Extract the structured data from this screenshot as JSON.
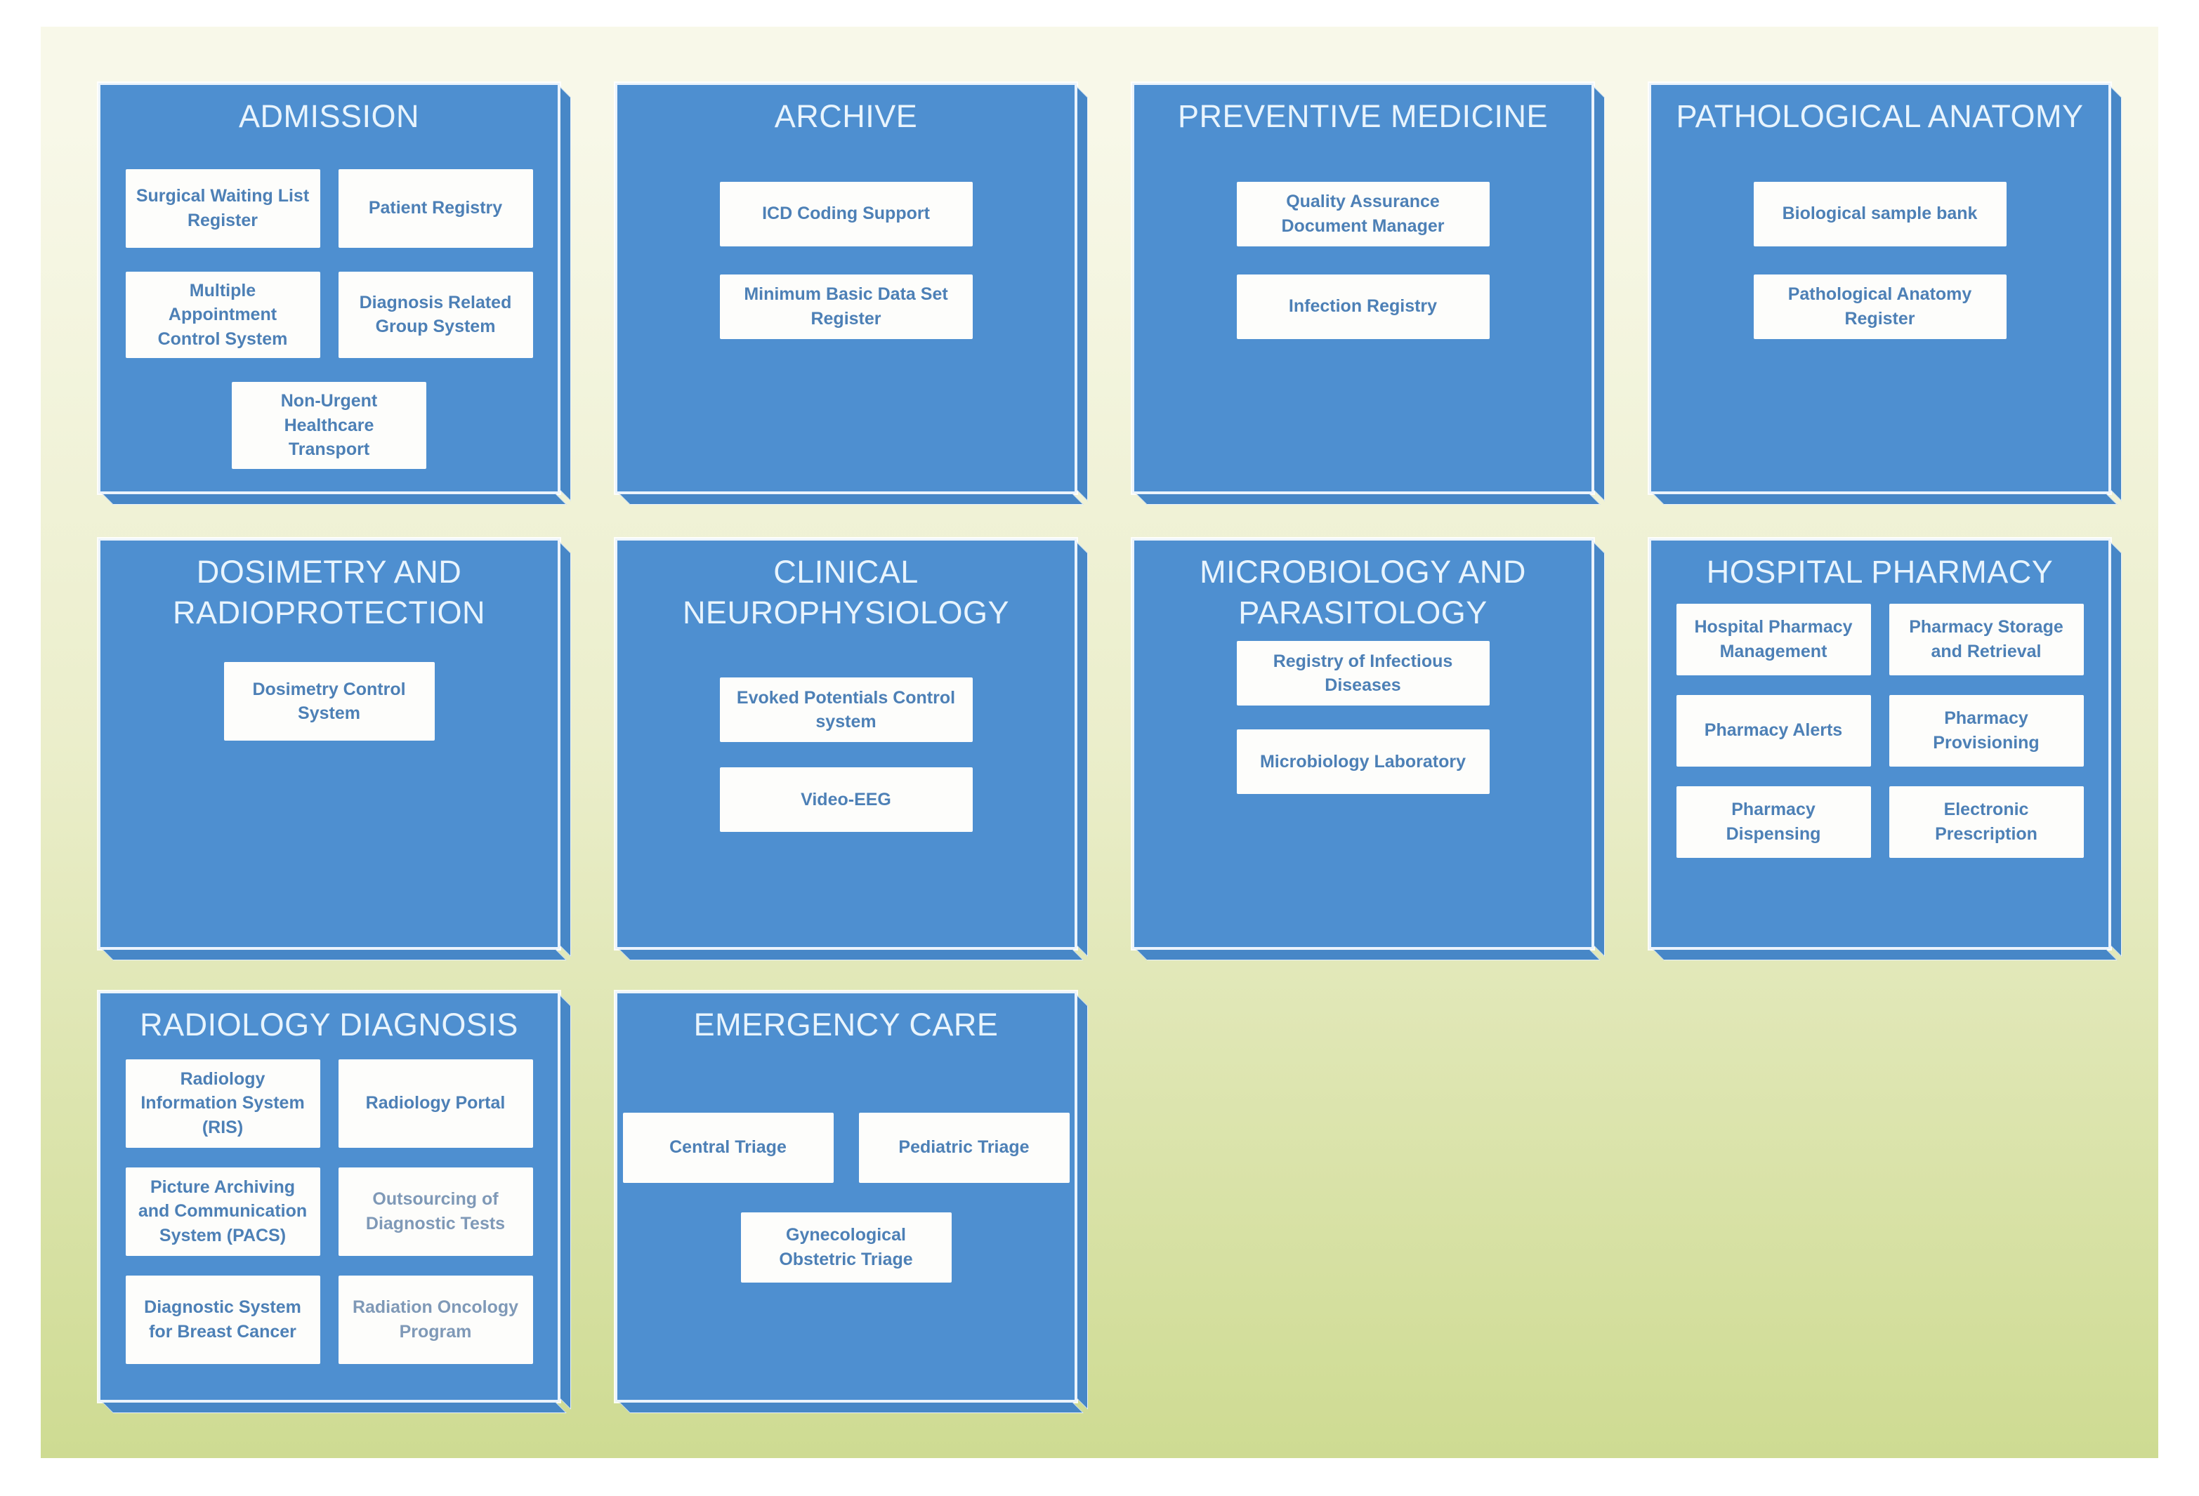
{
  "colors": {
    "box_blue": "#4e8fd0",
    "box_side": "#4787c7",
    "title": "#e8f4fd",
    "label": "#4d80b6",
    "label_muted": "#7f99b7",
    "subbox_bg": "#fdfdfb",
    "slide_gradient_top": "#f8f8e9",
    "slide_gradient_mid": "#ebeecb",
    "slide_gradient_bottom": "#cedb92",
    "page_margin": "#ffffff"
  },
  "layout_hints": {
    "grid_columns": 4,
    "grid_rows": 3
  },
  "categories": [
    {
      "id": "admission",
      "title": "ADMISSION",
      "layout": "grid",
      "col": 0,
      "row": 0,
      "items": [
        {
          "label": "Surgical Waiting List Register"
        },
        {
          "label": "Patient Registry"
        },
        {
          "label": "Multiple Appointment Control System"
        },
        {
          "label": "Diagnosis Related Group System"
        },
        {
          "label": "Non-Urgent Healthcare Transport",
          "span": true
        }
      ]
    },
    {
      "id": "archive",
      "title": "ARCHIVE",
      "layout": "stack",
      "col": 1,
      "row": 0,
      "items": [
        {
          "label": "ICD Coding Support"
        },
        {
          "label": "Minimum Basic Data Set Register"
        }
      ]
    },
    {
      "id": "preventive-medicine",
      "title": "PREVENTIVE MEDICINE",
      "layout": "stack",
      "col": 2,
      "row": 0,
      "items": [
        {
          "label": "Quality Assurance Document Manager"
        },
        {
          "label": "Infection Registry"
        }
      ]
    },
    {
      "id": "pathological-anatomy",
      "title": "PATHOLOGICAL ANATOMY",
      "layout": "stack",
      "col": 3,
      "row": 0,
      "items": [
        {
          "label": "Biological sample bank"
        },
        {
          "label": "Pathological Anatomy Register"
        }
      ]
    },
    {
      "id": "dosimetry",
      "title": "DOSIMETRY AND RADIOPROTECTION",
      "layout": "stack",
      "col": 0,
      "row": 1,
      "items": [
        {
          "label": "Dosimetry Control System"
        }
      ]
    },
    {
      "id": "clinical-neurophysiology",
      "title": "CLINICAL NEUROPHYSIOLOGY",
      "layout": "stack",
      "col": 1,
      "row": 1,
      "items": [
        {
          "label": "Evoked Potentials Control system"
        },
        {
          "label": "Video-EEG"
        }
      ]
    },
    {
      "id": "microbiology",
      "title": "MICROBIOLOGY AND PARASITOLOGY",
      "layout": "stack",
      "col": 2,
      "row": 1,
      "items": [
        {
          "label": "Registry of Infectious Diseases"
        },
        {
          "label": "Microbiology Laboratory"
        }
      ]
    },
    {
      "id": "hospital-pharmacy",
      "title": "HOSPITAL PHARMACY",
      "layout": "grid",
      "col": 3,
      "row": 1,
      "items": [
        {
          "label": "Hospital Pharmacy Management"
        },
        {
          "label": "Pharmacy Storage and Retrieval"
        },
        {
          "label": "Pharmacy Alerts"
        },
        {
          "label": "Pharmacy Provisioning"
        },
        {
          "label": "Pharmacy Dispensing"
        },
        {
          "label": "Electronic Prescription"
        }
      ]
    },
    {
      "id": "radiology-diagnosis",
      "title": "RADIOLOGY DIAGNOSIS",
      "layout": "grid",
      "col": 0,
      "row": 2,
      "items": [
        {
          "label": "Radiology Information System (RIS)"
        },
        {
          "label": "Radiology Portal"
        },
        {
          "label": "Picture Archiving and Communication System (PACS)"
        },
        {
          "label": "Outsourcing of Diagnostic Tests",
          "muted": true
        },
        {
          "label": "Diagnostic System for Breast Cancer"
        },
        {
          "label": "Radiation Oncology Program",
          "muted": true
        }
      ]
    },
    {
      "id": "emergency-care",
      "title": "EMERGENCY CARE",
      "layout": "grid",
      "col": 1,
      "row": 2,
      "items": [
        {
          "label": "Central Triage"
        },
        {
          "label": "Pediatric Triage"
        },
        {
          "label": "Gynecological Obstetric Triage",
          "span": true
        }
      ]
    }
  ]
}
